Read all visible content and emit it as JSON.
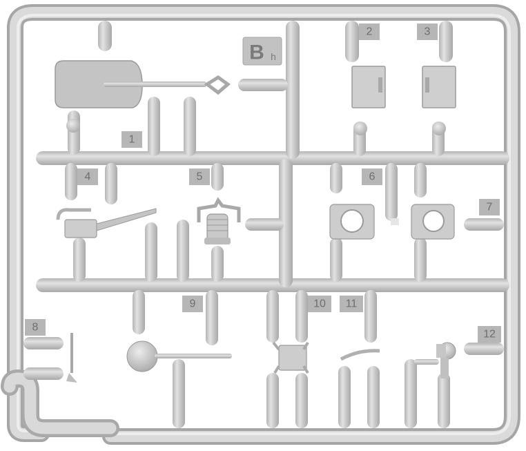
{
  "sprue": {
    "letter_main": "B",
    "letter_sub": "h",
    "part_numbers": [
      "1",
      "2",
      "3",
      "4",
      "5",
      "6",
      "7",
      "8",
      "9",
      "10",
      "11",
      "12"
    ]
  },
  "colors": {
    "plastic": "#c9c9c9",
    "plastic_light": "#dcdcdc",
    "plastic_dark": "#a9a9a9",
    "label_tab": "#b3b3b3",
    "label_text": "#6e6e6e",
    "background": "#ffffff"
  }
}
